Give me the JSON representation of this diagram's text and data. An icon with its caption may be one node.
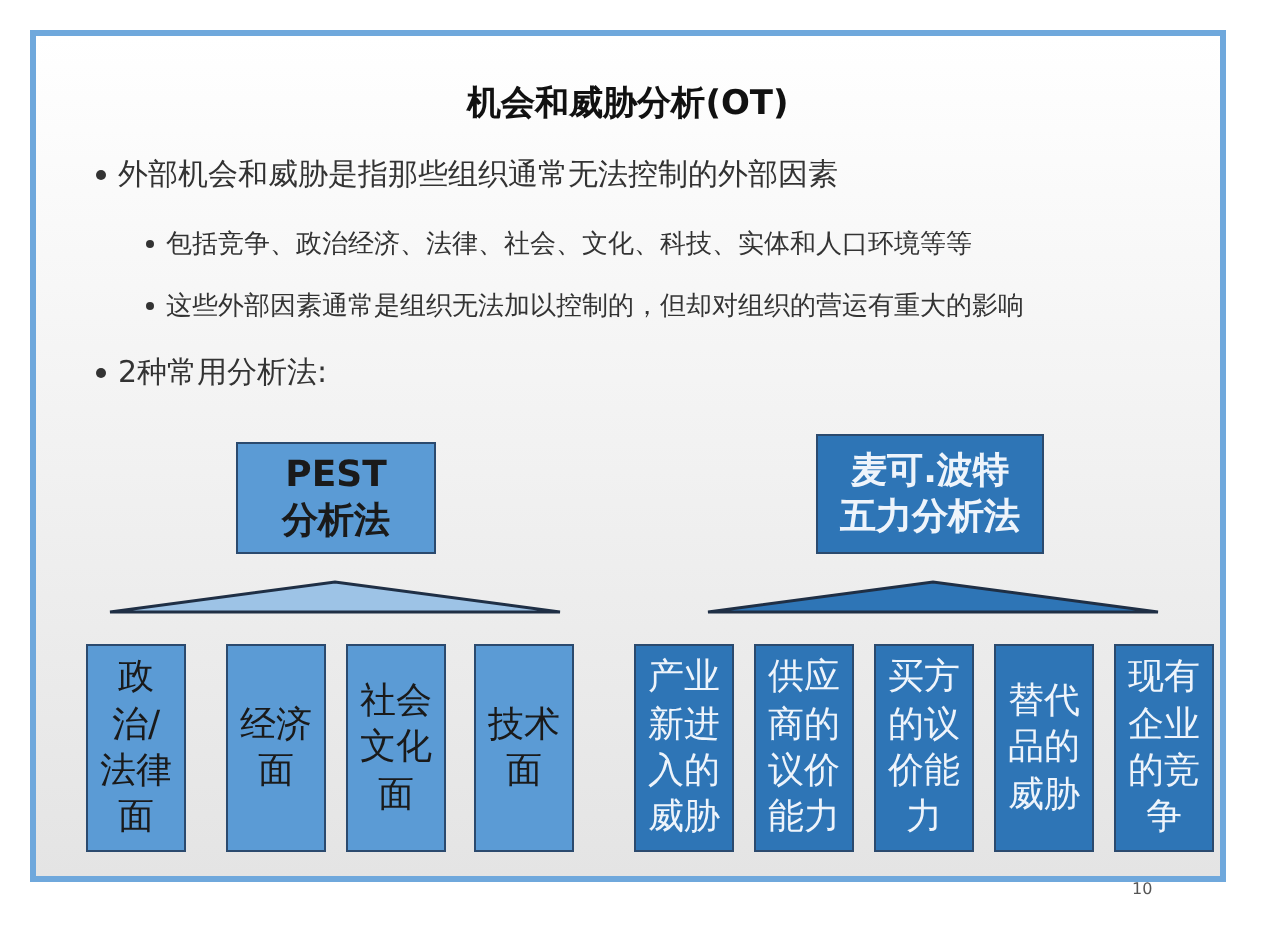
{
  "diagram": {
    "title": "机会和威胁分析(OT)",
    "nodes": [
      {
        "text": [
          "PEST 分析法"
        ]
      },
      {
        "text": [
          "政治/法律面"
        ]
      },
      {
        "text": [
          "经济面"
        ]
      },
      {
        "text": [
          "社会文化面"
        ]
      },
      {
        "text": [
          "技术面"
        ]
      },
      {
        "text": [
          "麦可.波特五力分析法"
        ]
      },
      {
        "text": [
          "产业新进入的威胁"
        ]
      },
      {
        "text": [
          "供应商的议价能力"
        ]
      },
      {
        "text": [
          "买方的议价能力"
        ]
      },
      {
        "text": [
          "替代品的威胁"
        ]
      },
      {
        "text": [
          "现有企业的竞争"
        ]
      },
      {
        "text": [],
        "shape": "triangle"
      },
      {
        "text": [],
        "shape": "triangle"
      }
    ],
    "labels": [
      "外部机会和威胁是指那些组织通常无法控制的外部因素",
      "包括竞争、政治经济、法律、社会、文化、科技、实体和人口环境等等",
      "这些外部因素通常是组织无法加以控制的，但却对组织的营运有重大的影响",
      "2种常用分析法:",
      "10"
    ]
  }
}
